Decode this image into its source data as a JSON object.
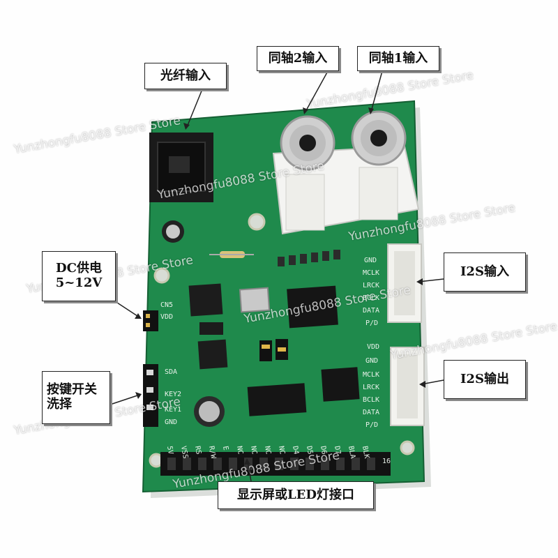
{
  "callouts": {
    "optical_input": "光纤输入",
    "coax2_input": "同轴2输入",
    "coax1_input": "同轴1输入",
    "dc_supply_line1": "DC供电",
    "dc_supply_line2": "5~12V",
    "i2s_input": "I2S输入",
    "i2s_output": "I2S输出",
    "key_switch_line1": "按键开关",
    "key_switch_line2": "洗择",
    "display_interface": "显示屏或LED灯接口"
  },
  "silkscreen": {
    "cn4_pins": [
      "GND",
      "MCLK",
      "LRCK",
      "BCLK",
      "DATA",
      "P/D"
    ],
    "cn2_pins": [
      "VDD",
      "GND",
      "MCLK",
      "LRCK",
      "BCLK",
      "DATA",
      "P/D"
    ],
    "left_pins": [
      "SDA",
      "KEY2",
      "KEY1",
      "GND"
    ],
    "bottom_pins": [
      "5V",
      "VSS",
      "RS",
      "R/W",
      "E",
      "NC",
      "NC",
      "NC",
      "NC",
      "D4",
      "D5",
      "D6",
      "D7",
      "BLA",
      "BLK"
    ],
    "cn5": "CN5",
    "vdd": "VDD",
    "pin16": "16"
  },
  "watermark": "Yunzhongfu8088 Store Store",
  "colors": {
    "pcb": "#1f8a4c",
    "pcb_dark": "#146b38",
    "callout_border": "#222222"
  }
}
